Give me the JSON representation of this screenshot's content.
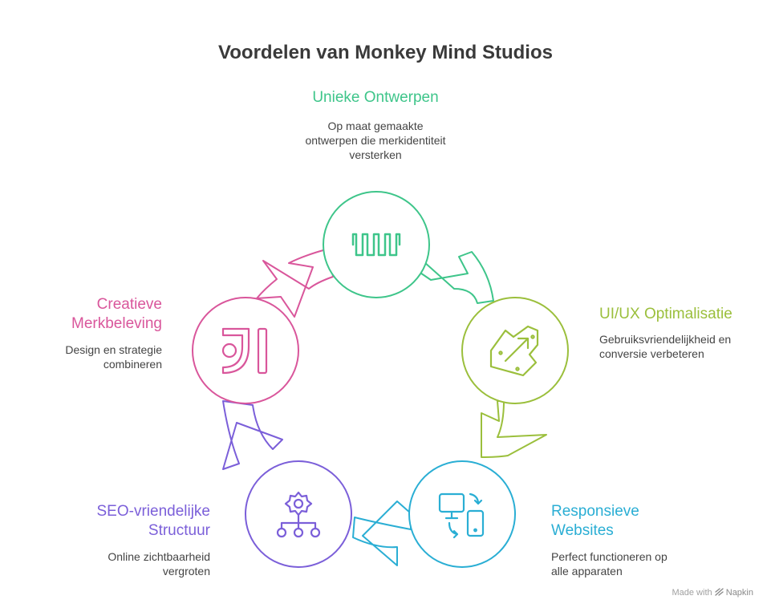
{
  "title": "Voordelen van Monkey Mind Studios",
  "steps": [
    {
      "id": "unique",
      "title": "Unieke Ontwerpen",
      "description": "Op maat gemaakte ontwerpen die merkidentiteit versterken",
      "icon": "waveform-icon",
      "color": "#3ec58a"
    },
    {
      "id": "uiux",
      "title": "UI/UX Optimalisatie",
      "description": "Gebruiksvriendelijkheid en conversie verbeteren",
      "icon": "upgrade-arrow-icon",
      "color": "#9bbf3c"
    },
    {
      "id": "responsive",
      "title": "Responsieve Websites",
      "description": "Perfect functioneren op alle apparaten",
      "icon": "devices-sync-icon",
      "color": "#2aaed4"
    },
    {
      "id": "seo",
      "title": "SEO-vriendelijke Structuur",
      "description": "Online zichtbaarheid vergroten",
      "icon": "gear-hierarchy-icon",
      "color": "#7b5fd9"
    },
    {
      "id": "brand",
      "title": "Creatieve Merkbeleving",
      "description": "Design en strategie combineren",
      "icon": "ji-logo-icon",
      "color": "#d9569b"
    }
  ],
  "footer": {
    "made_with": "Made with",
    "brand": "Napkin",
    "icon": "napkin-logo-icon"
  }
}
